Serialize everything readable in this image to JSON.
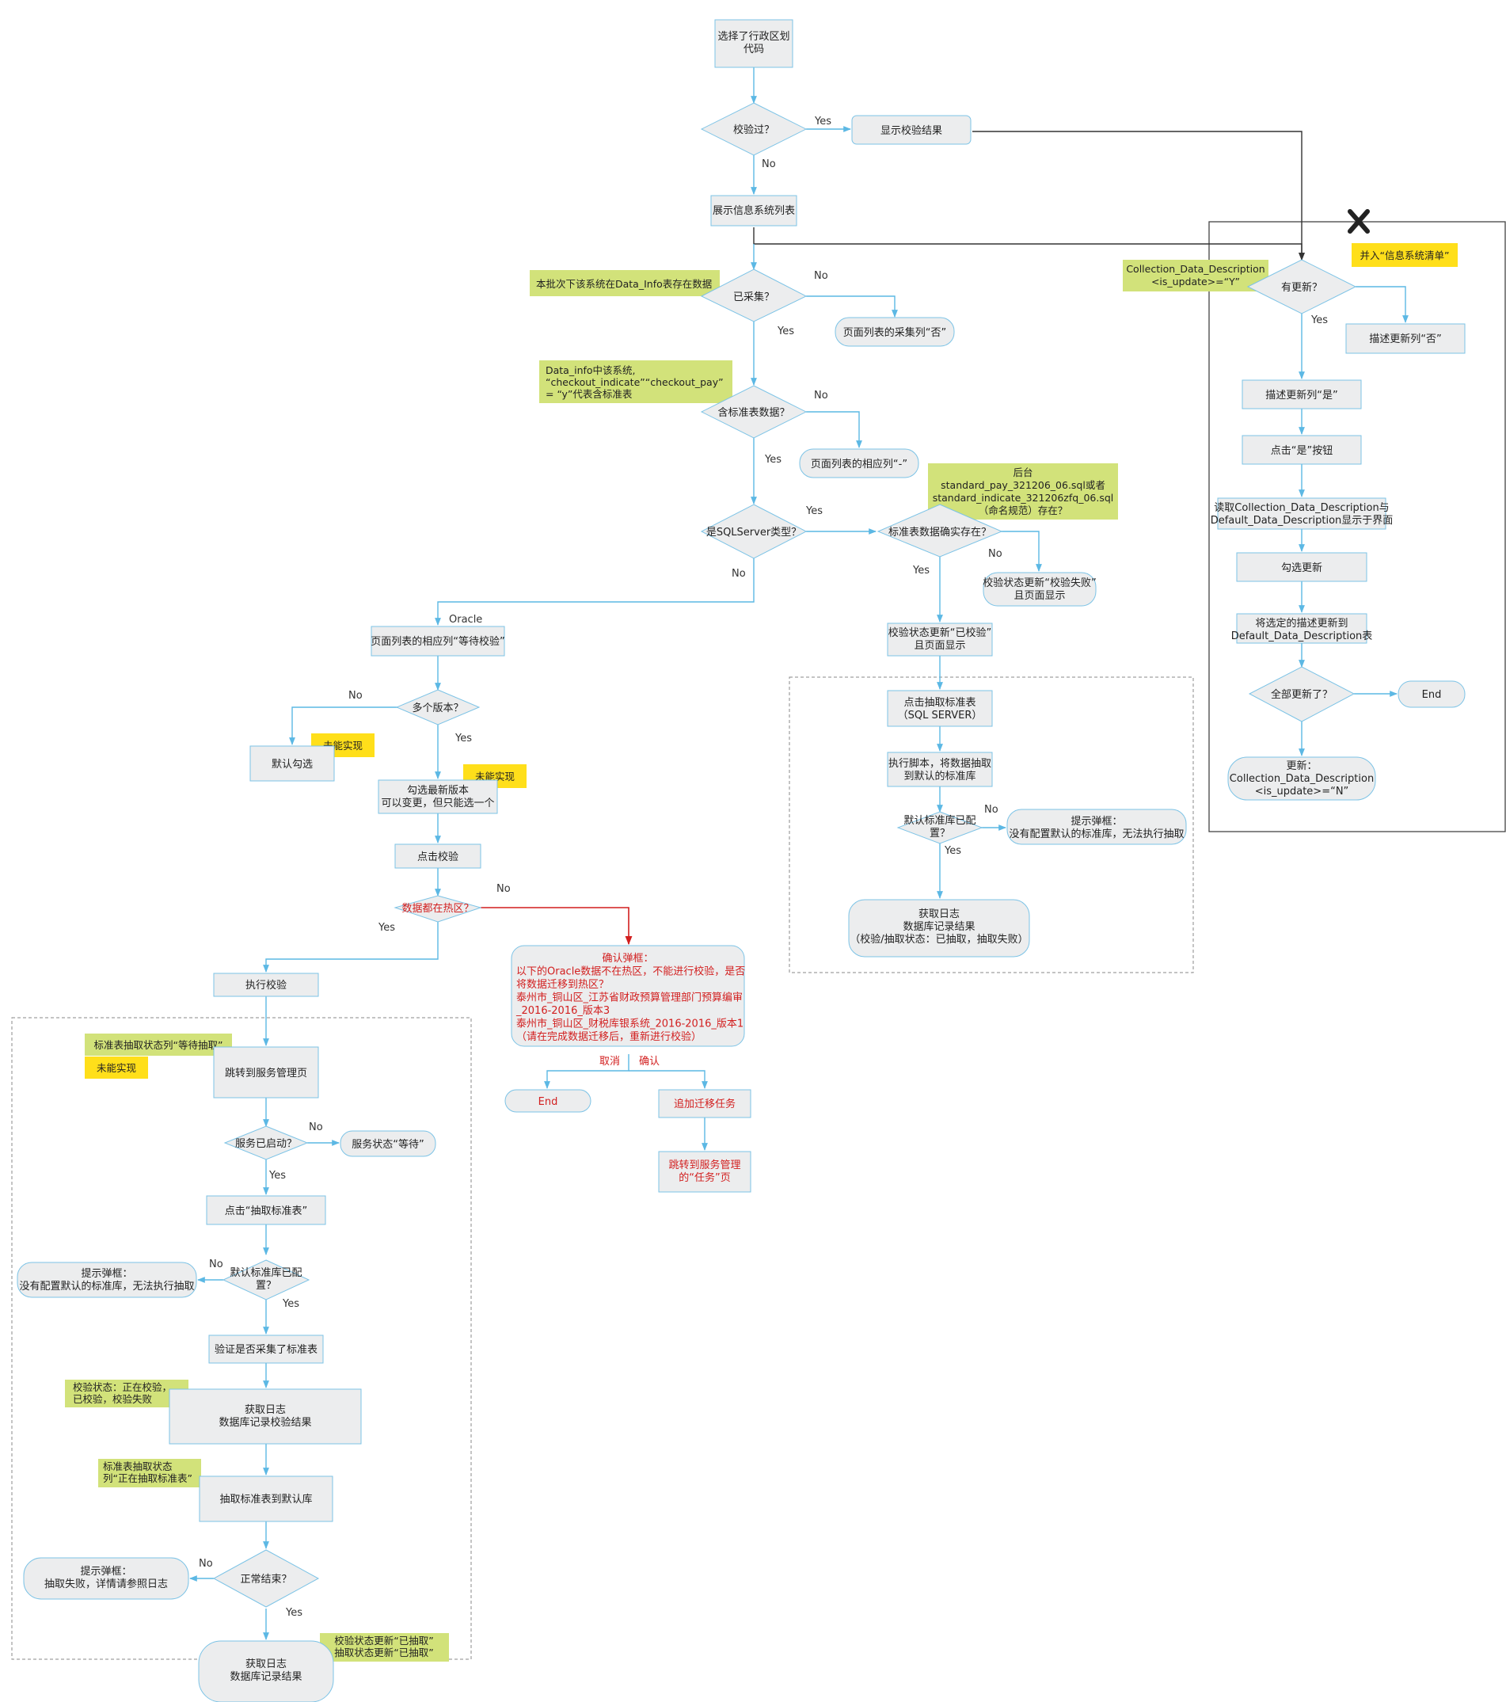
{
  "colors": {
    "node_fill": "#ecedee",
    "node_stroke": "#7cc3e6",
    "connector": "#5cb8e4",
    "connector_red": "#d21f1f",
    "note_green": "#d2e27a",
    "note_yellow": "#ffdf1a",
    "frame": "#444444",
    "dashed_frame": "#888888",
    "text": "#222222",
    "text_red": "#d21f1f"
  },
  "nodes": {
    "select_region": [
      "选择了行政区划",
      "代码"
    ],
    "checked_q": [
      "校验过？"
    ],
    "show_result": [
      "显示校验结果"
    ],
    "show_system_list": [
      "展示信息系统列表"
    ],
    "collected_q": [
      "已采集？"
    ],
    "collect_col_no": [
      "页面列表的采集列“否”"
    ],
    "has_standard_q": [
      "含标准表数据？"
    ],
    "col_dash": [
      "页面列表的相应列“-”"
    ],
    "is_sqlserver_q": [
      "是SQLServer类型？"
    ],
    "std_table_exists_q": [
      "标准表数据确实存在？"
    ],
    "status_fail": [
      "校验状态更新“校验失败”",
      "且页面显示"
    ],
    "status_checked": [
      "校验状态更新“已校验”",
      "且页面显示"
    ],
    "click_extract_sql": [
      "点击抽取标准表",
      "（SQL SERVER）"
    ],
    "exec_script": [
      "执行脚本，将数据抽取",
      "到默认的标准库"
    ],
    "default_lib_q_right": [
      "默认标准库已配",
      "置？"
    ],
    "popup_no_lib_right": [
      "提示弹框：",
      "没有配置默认的标准库，无法执行抽取"
    ],
    "get_log_right": [
      "获取日志",
      "数据库记录结果",
      "（校验/抽取状态：已抽取，抽取失败）"
    ],
    "oracle_wait": [
      "页面列表的相应列“等待校验”"
    ],
    "multi_version_q": [
      "多个版本？"
    ],
    "default_check": [
      "默认勾选"
    ],
    "pick_latest": [
      "勾选最新版本",
      "可以变更，但只能选一个"
    ],
    "click_check": [
      "点击校验"
    ],
    "hot_zone_q": [
      "数据都在热区？"
    ],
    "confirm_popup": [
      "确认弹框：",
      "以下的Oracle数据不在热区，不能进行校验，是否",
      "将数据迁移到热区？",
      "泰州市_铜山区_江苏省财政预算管理部门预算编审",
      "_2016-2016_版本3",
      "泰州市_铜山区_财税库银系统_2016-2016_版本1",
      "（请在完成数据迁移后，重新进行校验）"
    ],
    "end_left": [
      "End"
    ],
    "add_migration": [
      "追加迁移任务"
    ],
    "jump_task_page": [
      "跳转到服务管理",
      "的“任务”页"
    ],
    "execute_check": [
      "执行校验"
    ],
    "jump_service": [
      "跳转到服务管理页"
    ],
    "service_started_q": [
      "服务已启动？"
    ],
    "service_wait": [
      "服务状态“等待”"
    ],
    "click_extract": [
      "点击“抽取标准表”"
    ],
    "default_lib_q_left": [
      "默认标准库已配",
      "置？"
    ],
    "popup_no_lib_left": [
      "提示弹框：",
      "没有配置默认的标准库，无法执行抽取"
    ],
    "verify_collected": [
      "验证是否采集了标准表"
    ],
    "get_log_check": [
      "获取日志",
      "数据库记录校验结果"
    ],
    "extract_to_default": [
      "抽取标准表到默认库"
    ],
    "normal_end_q": [
      "正常结束？"
    ],
    "popup_extract_fail": [
      "提示弹框：",
      "抽取失败，详情请参照日志"
    ],
    "get_log_final": [
      "获取日志",
      "数据库记录结果"
    ],
    "has_update_q": [
      "有更新？"
    ],
    "desc_col_no": [
      "描述更新列“否”"
    ],
    "desc_col_yes": [
      "描述更新列“是”"
    ],
    "click_yes_btn": [
      "点击“是”按钮"
    ],
    "read_collection": [
      "读取Collection_Data_Description与",
      "Default_Data_Description显示于界面"
    ],
    "check_update": [
      "勾选更新"
    ],
    "update_selected": [
      "将选定的描述更新到",
      "Default_Data_Description表"
    ],
    "all_updated_q": [
      "全部更新了？"
    ],
    "end_right": [
      "End"
    ],
    "update_collection": [
      "更新：",
      "Collection_Data_Description",
      "<is_update>=“N”"
    ]
  },
  "notes": {
    "data_info_exists": [
      "本批次下该系统在Data_Info表存在数据"
    ],
    "checkout_flags": [
      "Data_info中该系统,",
      "“checkout_indicate”“checkout_pay”",
      "= “y”代表含标准表"
    ],
    "backend_sql": [
      "后台",
      "standard_pay_321206_06.sql或者",
      "standard_indicate_321206zfq_06.sql",
      "（命名规范）存在？"
    ],
    "collection_flag": [
      "Collection_Data_Description",
      "<is_update>=“Y”"
    ],
    "merge_list": [
      "并入“信息系统清单”"
    ],
    "not_impl_1": [
      "未能实现"
    ],
    "not_impl_2": [
      "未能实现"
    ],
    "not_impl_3": [
      "未能实现"
    ],
    "std_wait_extract": [
      "标准表抽取状态列“等待抽取”"
    ],
    "check_status": [
      "校验状态：正在校验，",
      "已校验，校验失败"
    ],
    "std_extracting": [
      "标准表抽取状态",
      "列“正在抽取标准表”"
    ],
    "final_status": [
      "校验状态更新“已抽取”",
      "抽取状态更新“已抽取”"
    ]
  },
  "edge_labels": {
    "yes": "Yes",
    "no": "No",
    "oracle": "Oracle",
    "cancel": "取消",
    "confirm": "确认"
  }
}
